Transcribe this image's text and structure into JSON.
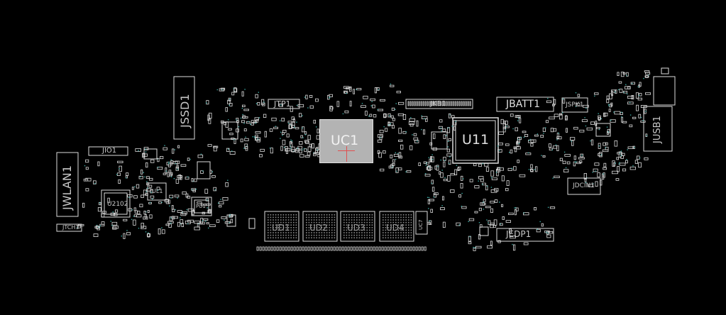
{
  "board": {
    "background": "#000000",
    "silkscreen_color": "#dcdcdc",
    "via_color": "#3aa6a0",
    "cpu_fill": "#b3b3b3",
    "cpu_mark_color": "#e05050"
  },
  "labels": {
    "jssd1": "JSSD1",
    "jwlan1": "JWLAN1",
    "jio1": "JIO1",
    "jtp1": "JTP1",
    "jkb1": "JKB1",
    "jbatt1": "JBATT1",
    "jspk1": "JSPK1",
    "jusb1": "JUSB1",
    "jdcin1": "JDCIN1",
    "jedp1": "JEDP1",
    "uc1": "UC1",
    "u11": "U11",
    "u2102": "U2102",
    "ud1": "UD1",
    "ud2": "UD2",
    "ud3": "UD3",
    "ud4": "UD4",
    "ul1": "UL1",
    "pu1": "PU1",
    "jtch1": "JTCH1",
    "uc7": "UC7"
  }
}
